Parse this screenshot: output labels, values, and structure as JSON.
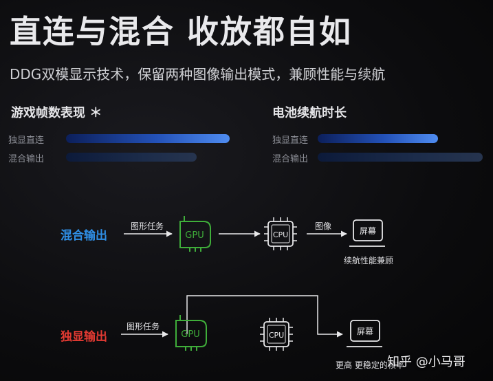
{
  "title": "直连与混合 收放都自如",
  "subtitle": "DDG双模显示技术，保留两种图像输出模式，兼顾性能与续航",
  "sections": [
    {
      "heading": "游戏帧数表现 ＊",
      "bars": [
        {
          "label": "独显直连",
          "value": 1.0,
          "style": "bright"
        },
        {
          "label": "混合输出",
          "value": 0.8,
          "style": "dim"
        }
      ]
    },
    {
      "heading": "电池续航时长",
      "bars": [
        {
          "label": "独显直连",
          "value": 0.73,
          "style": "bright"
        },
        {
          "label": "混合输出",
          "value": 1.0,
          "style": "dim"
        }
      ]
    }
  ],
  "mixed": {
    "label": "混合输出",
    "label_color": "#2f8fe6",
    "task_label": "图形任务",
    "gpu": "GPU",
    "cpu": "CPU",
    "image_label": "图像",
    "screen": "屏幕",
    "caption": "续航性能兼顾"
  },
  "discrete": {
    "label": "独显输出",
    "label_color": "#e33a32",
    "task_label": "图形任务",
    "gpu": "GPU",
    "cpu": "CPU",
    "screen": "屏幕",
    "caption": "更高 更稳定的帧率"
  },
  "colors": {
    "gpu_green": "#3fae3a",
    "line_white": "#e8e8ea"
  },
  "watermark": "知乎 @小马哥"
}
